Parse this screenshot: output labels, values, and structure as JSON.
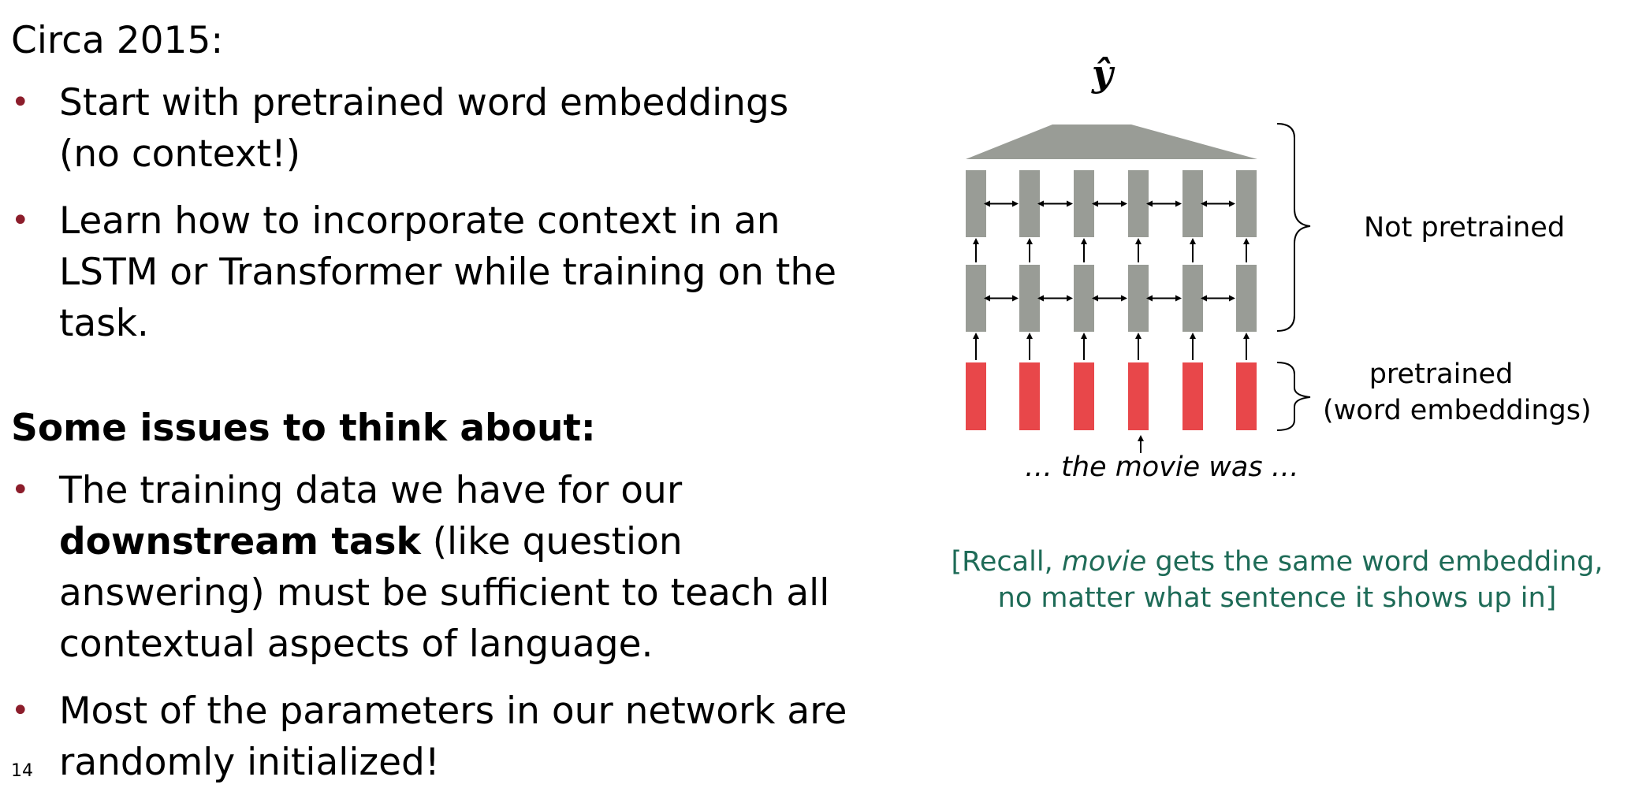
{
  "heading1": "Circa 2015:",
  "bullets1": [
    "Start with pretrained word embeddings (no context!)",
    "Learn how to incorporate context in an LSTM or Transformer while training on the task."
  ],
  "heading2": "Some issues to think about:",
  "bullets2": [
    {
      "pre": "The training data we have for our ",
      "bold": "downstream task",
      "post": " (like question answering) must be sufficient to teach all contextual aspects of language."
    },
    {
      "pre": "Most of the parameters in our network are randomly initialized!",
      "bold": "",
      "post": ""
    }
  ],
  "page_number": "14",
  "diagram": {
    "output_label": "ŷ",
    "not_pretrained_label": "Not pretrained",
    "pretrained_label_line1": "pretrained",
    "pretrained_label_line2": "(word embeddings)",
    "input_label": "… the movie was …",
    "colors": {
      "gray": "#999c96",
      "red": "#e8474a"
    }
  },
  "caption": {
    "pre": "[Recall, ",
    "italic": "movie",
    "post": " gets the same word embedding,",
    "line2": "no matter what sentence it shows up in]"
  }
}
